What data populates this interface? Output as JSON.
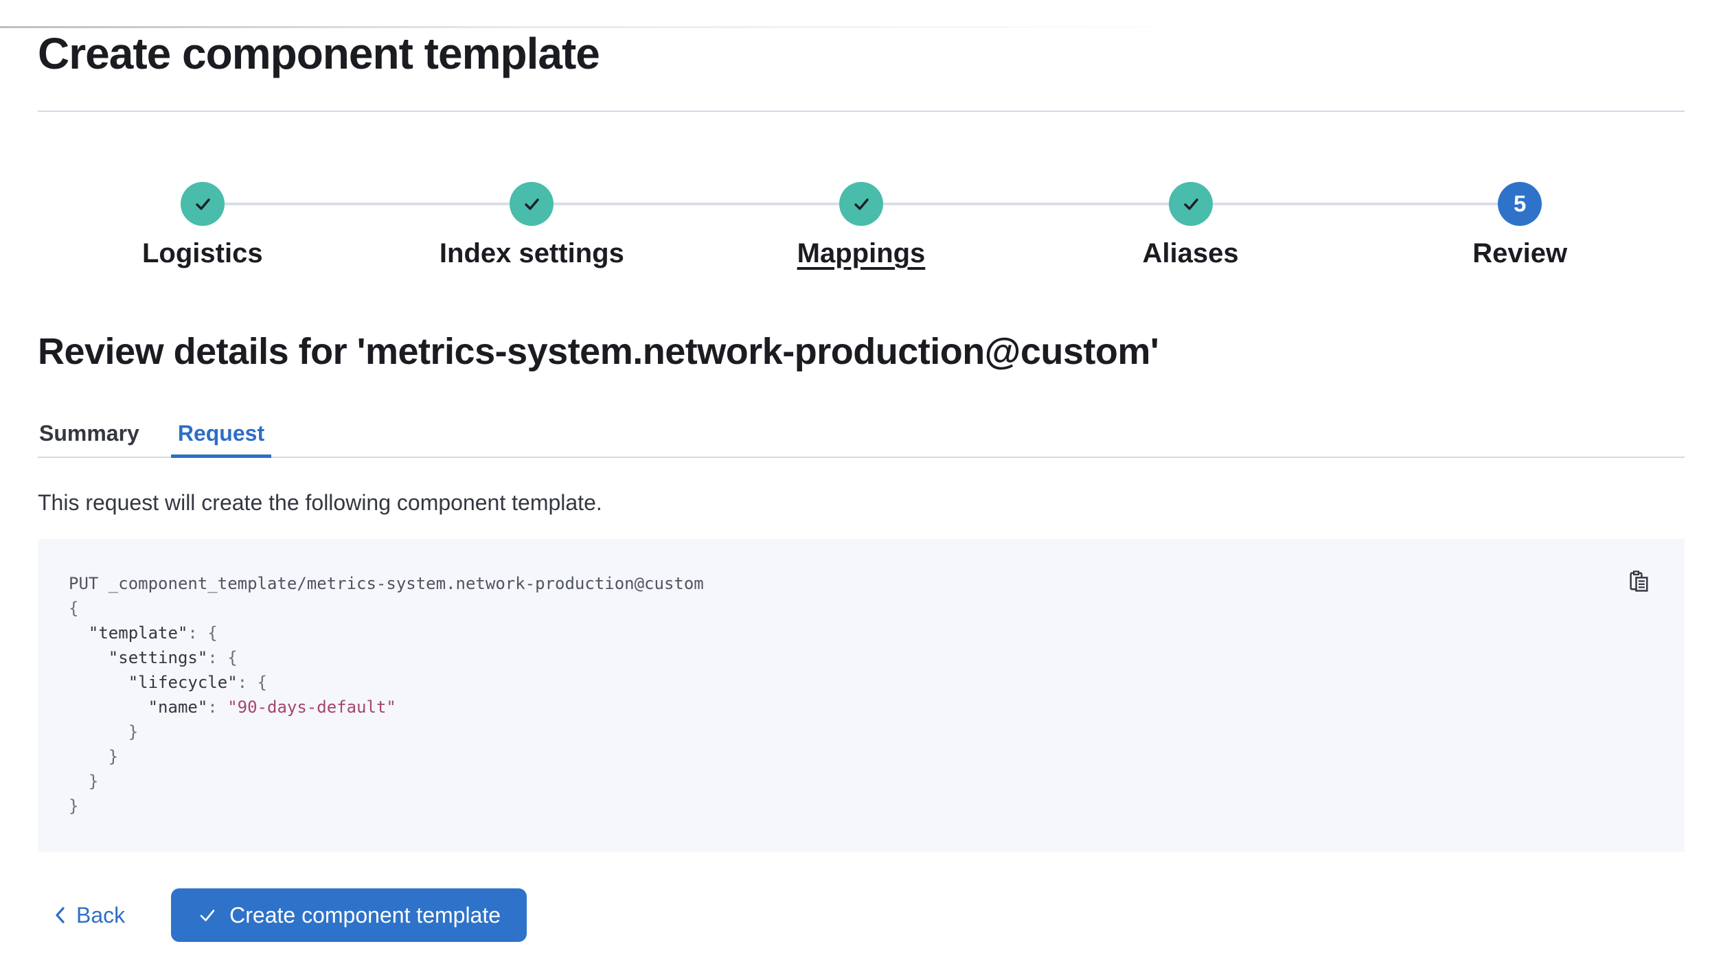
{
  "page": {
    "title": "Create component template"
  },
  "stepper": {
    "steps": [
      {
        "label": "Logistics",
        "status": "complete"
      },
      {
        "label": "Index settings",
        "status": "complete"
      },
      {
        "label": "Mappings",
        "status": "complete",
        "underlined": true
      },
      {
        "label": "Aliases",
        "status": "complete"
      },
      {
        "label": "Review",
        "status": "current",
        "number": "5"
      }
    ]
  },
  "review": {
    "heading": "Review details for 'metrics-system.network-production@custom'",
    "tabs": [
      {
        "label": "Summary",
        "selected": false
      },
      {
        "label": "Request",
        "selected": true
      }
    ],
    "description": "This request will create the following component template."
  },
  "request_code": {
    "lines": [
      {
        "segments": [
          {
            "type": "request",
            "text": "PUT _component_template/metrics-system.network-production@custom"
          }
        ]
      },
      {
        "segments": [
          {
            "type": "punct",
            "text": "{"
          }
        ]
      },
      {
        "segments": [
          {
            "type": "punct",
            "text": "  "
          },
          {
            "type": "key",
            "text": "\"template\""
          },
          {
            "type": "punct",
            "text": ": {"
          }
        ]
      },
      {
        "segments": [
          {
            "type": "punct",
            "text": "    "
          },
          {
            "type": "key",
            "text": "\"settings\""
          },
          {
            "type": "punct",
            "text": ": {"
          }
        ]
      },
      {
        "segments": [
          {
            "type": "punct",
            "text": "      "
          },
          {
            "type": "key",
            "text": "\"lifecycle\""
          },
          {
            "type": "punct",
            "text": ": {"
          }
        ]
      },
      {
        "segments": [
          {
            "type": "punct",
            "text": "        "
          },
          {
            "type": "key",
            "text": "\"name\""
          },
          {
            "type": "punct",
            "text": ": "
          },
          {
            "type": "string",
            "text": "\"90-days-default\""
          }
        ]
      },
      {
        "segments": [
          {
            "type": "punct",
            "text": "      }"
          }
        ]
      },
      {
        "segments": [
          {
            "type": "punct",
            "text": "    }"
          }
        ]
      },
      {
        "segments": [
          {
            "type": "punct",
            "text": "  }"
          }
        ]
      },
      {
        "segments": [
          {
            "type": "punct",
            "text": "}"
          }
        ]
      }
    ]
  },
  "footer": {
    "back_label": "Back",
    "submit_label": "Create component template"
  },
  "icons": {
    "step_complete": "check-icon",
    "copy": "copy-clipboard-icon",
    "back": "chevron-left-icon",
    "submit": "check-icon"
  },
  "colors": {
    "step_complete_fill": "#49bcab",
    "step_current_fill": "#2e73c9",
    "accent_blue": "#2e73c9",
    "link_blue": "#2e70c6",
    "tab_selected_blue": "#2e6fc5",
    "heading_text": "#1a1c21",
    "body_text": "#343741",
    "divider": "#d3dae6",
    "code_panel_bg": "#f6f7fb",
    "code_string": "#a5466b",
    "code_punct": "#69707d"
  }
}
